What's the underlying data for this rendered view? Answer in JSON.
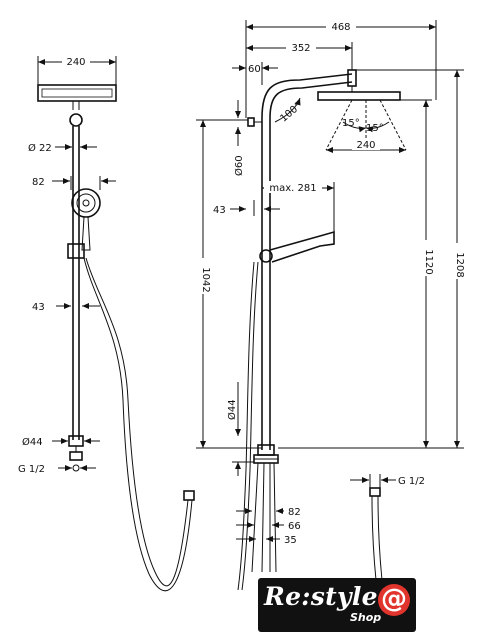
{
  "dimensions": {
    "top_width": "240",
    "pipe_dia": "Ø 22",
    "hand_82_left": "82",
    "dist_43_left": "43",
    "dia_44_left": "Ø44",
    "thread_left": "G 1/2",
    "total_468": "468",
    "arm_352": "352",
    "off_60": "60",
    "angle_100": "100°",
    "angle_15a": "15°",
    "angle_15b": "15°",
    "head_240": "240",
    "dia_60": "Ø60",
    "max_281": "max. 281",
    "dist_43_right": "43",
    "h_1042": "1042",
    "h_1120": "1120",
    "h_1208": "1208",
    "dia_44_right": "Ø44",
    "d_82": "82",
    "d_66": "66",
    "d_35": "35",
    "thread_right": "G 1/2"
  },
  "logo": {
    "main": "Re:style",
    "sub": "Shop",
    "at": "@"
  }
}
